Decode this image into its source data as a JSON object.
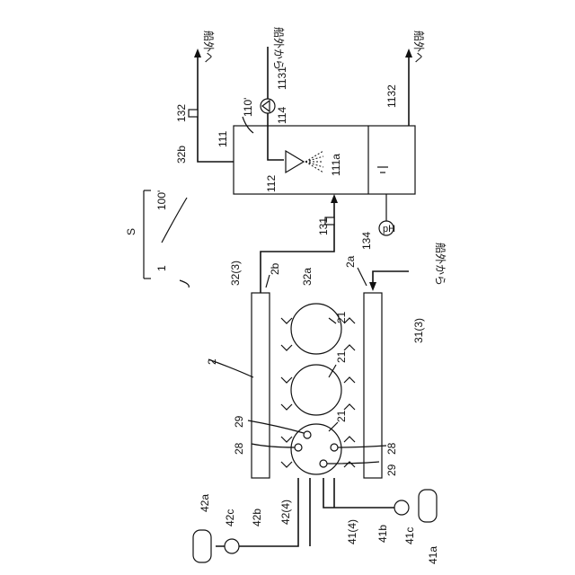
{
  "labels": {
    "S": "S",
    "n1": "1",
    "n100": "100'",
    "n110": "110'",
    "n111": "111",
    "n111a": "111a",
    "n112": "112",
    "n114": "114",
    "n131": "131",
    "n132": "132",
    "n134": "134",
    "n1131": "1131",
    "n1132": "1132",
    "n32b": "32b",
    "n32a": "32a",
    "n32_3": "32(3)",
    "n2": "2",
    "n2a": "2a",
    "n2b": "2b",
    "n21a": "21",
    "n21b": "21",
    "n21c": "21",
    "n28a": "28",
    "n28b": "28",
    "n29a": "29",
    "n29b": "29",
    "n31_3": "31(3)",
    "n41_4": "41(4)",
    "n41a": "41a",
    "n41b": "41b",
    "n41c": "41c",
    "n42_4": "42(4)",
    "n42a": "42a",
    "n42b": "42b",
    "n42c": "42c",
    "ph": "pH",
    "to_outboard_1": "船外へ",
    "to_outboard_2": "船外へ",
    "from_outboard_1": "船外から",
    "from_outboard_2": "船外から"
  }
}
